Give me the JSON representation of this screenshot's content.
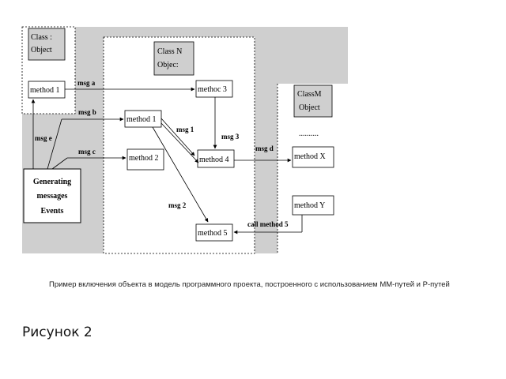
{
  "diagram": {
    "class_object": [
      "Class :",
      "Object"
    ],
    "class_n": [
      "Class N",
      "Objec:"
    ],
    "class_m": [
      "ClassM",
      "Object"
    ],
    "methods": {
      "method1_left": "method 1",
      "method3": "methoc 3",
      "method1_mid": "method 1",
      "method2": "method 2",
      "method4": "method 4",
      "methodx": "method X",
      "methody": "method Y",
      "method5": "method 5"
    },
    "generating": [
      "Generating",
      "messages",
      "Events"
    ],
    "messages": {
      "msg_a": "msg a",
      "msg_b": "msg b",
      "msg_c": "msg c",
      "msg_e": "msg e",
      "msg_1": "msg 1",
      "msg_2": "msg 2",
      "msg_3": "msg 3",
      "msg_d": "msg d",
      "call_method5": "call method 5"
    },
    "dots": "..........",
    "colors": {
      "panel_gray": "#cfcfcf",
      "line": "#000000"
    }
  },
  "caption": "Пример включения объекта в модель программного проекта, построенного с использованием ММ-путей и Р-путей",
  "figure_label": "Рисунок 2"
}
